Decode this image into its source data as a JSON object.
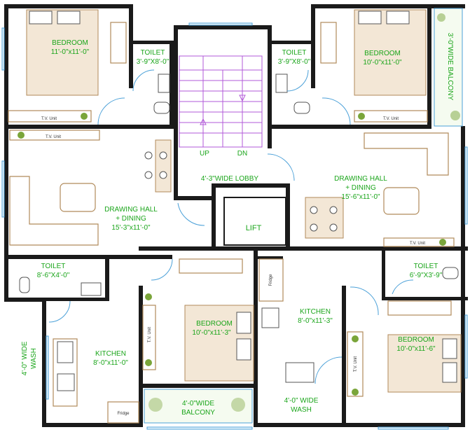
{
  "rooms": {
    "bedroom_tl": {
      "name": "BEDROOM",
      "size": "11'-0\"x11'-0\""
    },
    "bedroom_tr": {
      "name": "BEDROOM",
      "size": "10'-0\"x11'-0\""
    },
    "bedroom_bc": {
      "name": "BEDROOM",
      "size": "10'-0\"x11'-3\""
    },
    "bedroom_br": {
      "name": "BEDROOM",
      "size": "10'-0\"x11'-6\""
    },
    "toilet_tl": {
      "name": "TOILET",
      "size": "3'-9\"X8'-0\""
    },
    "toilet_tr": {
      "name": "TOILET",
      "size": "3'-9\"X8'-0\""
    },
    "toilet_ml": {
      "name": "TOILET",
      "size": "8'-6\"X4'-0\""
    },
    "toilet_mr": {
      "name": "TOILET",
      "size": "6'-9\"X3'-9\""
    },
    "drawing_left": {
      "name": "DRAWING HALL",
      "line2": "+ DINING",
      "size": "15'-3\"x11'-0\""
    },
    "drawing_right": {
      "name": "DRAWING HALL",
      "line2": "+ DINING",
      "size": "15'-6\"x11'-0\""
    },
    "kitchen_left": {
      "name": "KITCHEN",
      "size": "8'-0\"x11'-0\""
    },
    "kitchen_right": {
      "name": "KITCHEN",
      "size": "8'-0\"x11'-3\""
    },
    "lobby": {
      "name": "4'-3\"WIDE LOBBY"
    },
    "lift": {
      "name": "LIFT"
    },
    "balcony_top": {
      "name": "3'-0\"WIDE BALCONY"
    },
    "balcony_bottom": {
      "name": "4'-0\"WIDE",
      "line2": "BALCONY"
    },
    "wash_left": {
      "name": "4'-0\" WIDE",
      "line2": "WASH"
    },
    "wash_right": {
      "name": "4'-0\" WIDE",
      "line2": "WASH"
    }
  },
  "stairs": {
    "up": "UP",
    "down": "DN"
  },
  "small_labels": {
    "tv": "T.V. Unit",
    "fridge": "Fridge"
  },
  "colors": {
    "wall": "#1a1a1a",
    "label": "#1aa51a",
    "furniture": "#b08a5a",
    "door": "#4aa0d8",
    "stair": "#b25ad8"
  }
}
